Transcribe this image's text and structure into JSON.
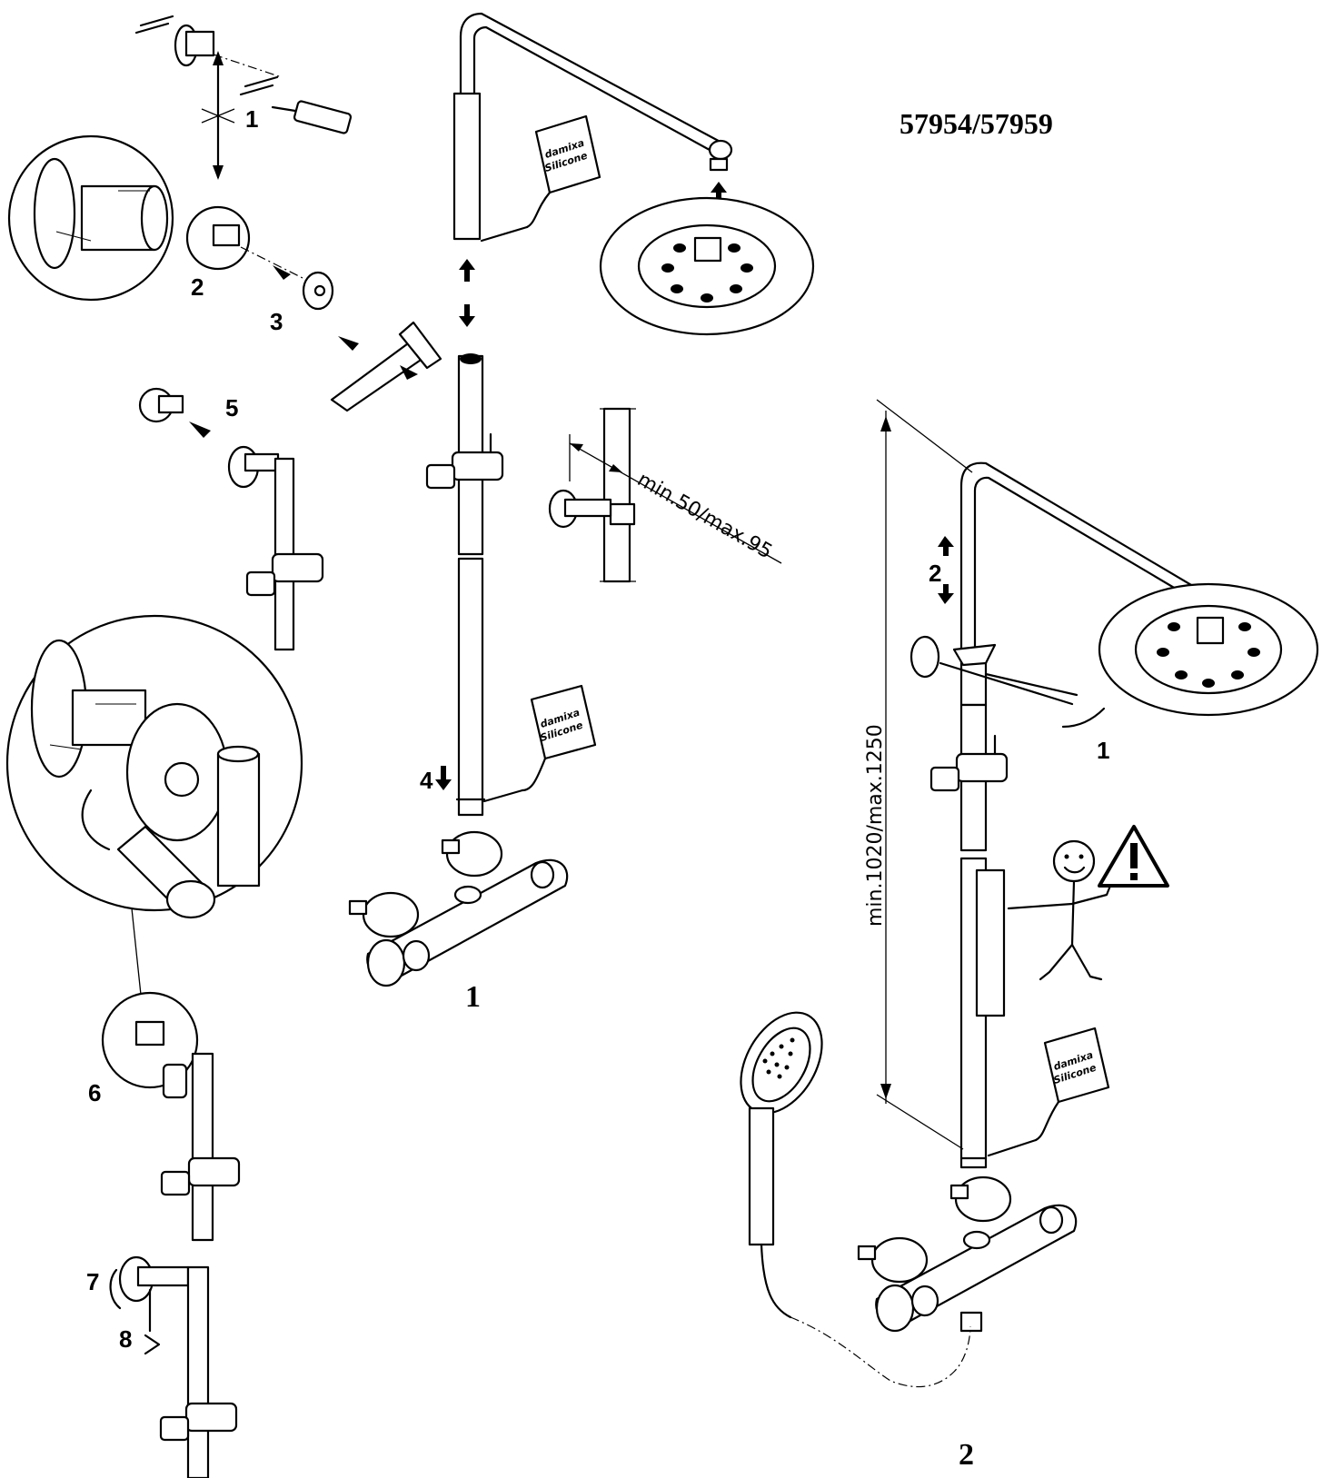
{
  "model_number": "57954/57959",
  "bag_text": {
    "line1": "damixa",
    "line2": "Silicone"
  },
  "dimensions": {
    "arm_distance": "min.50/max.95",
    "height_range": "min.1020/max.1250"
  },
  "steps": {
    "left_column": [
      "1",
      "2",
      "3",
      "5",
      "6",
      "7",
      "8"
    ],
    "middle": [
      "4"
    ],
    "right": [
      "2",
      "1"
    ]
  },
  "figures": {
    "fig1": "1",
    "fig2": "2"
  },
  "icons": [
    "warning-triangle-icon",
    "smiley-figure-icon",
    "silicone-bag-icon",
    "screwdriver-icon",
    "hand-shower-icon"
  ]
}
